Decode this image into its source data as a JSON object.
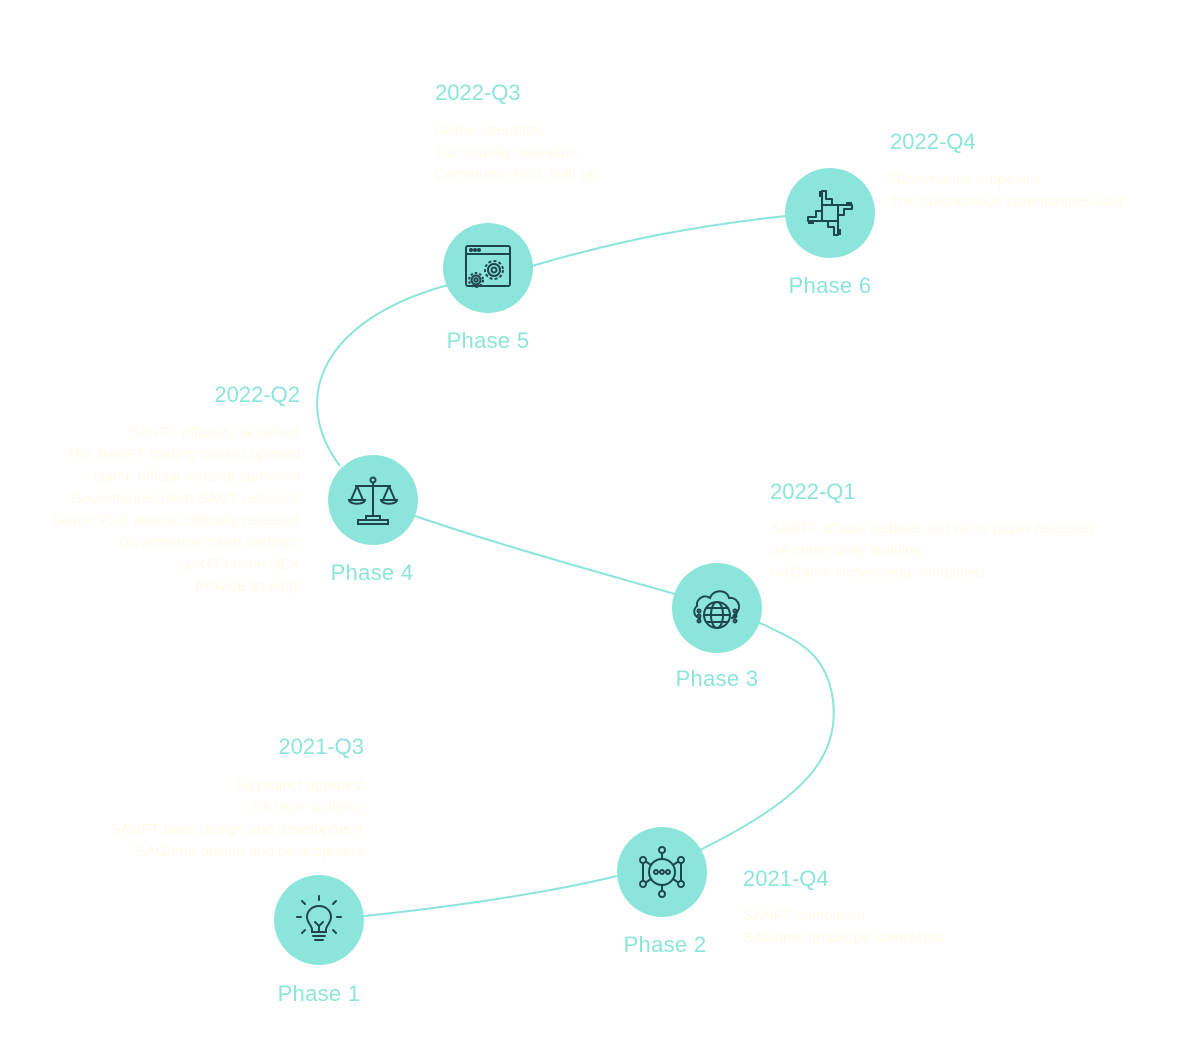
{
  "colors": {
    "accent": "#8ce5da",
    "icon": "#1e4650",
    "line": "#8ce5da",
    "muted_text": "#fffbe8"
  },
  "phases": [
    {
      "label": "Phase 1",
      "icon": "lightbulb-icon",
      "date": "2021-Q3",
      "items": [
        "Sg project approval",
        "SA team building",
        "SANFT parts design and development",
        "SAGame design and development"
      ]
    },
    {
      "label": "Phase 2",
      "icon": "network-hub-icon",
      "date": "2021-Q4",
      "items": [
        "SANFT completed",
        "SAGame prototype completed"
      ]
    },
    {
      "label": "Phase 3",
      "icon": "cloud-globe-icon",
      "date": "2022-Q1",
      "items": [
        "SANFT official website and white paper released",
        "SA community building",
        "SAGame closed beta completed"
      ]
    },
    {
      "label": "Phase 4",
      "icon": "balance-scale-icon",
      "date": "2022-Q2",
      "items": [
        "SANFT officially launched",
        "The SANFT trading market opened",
        "Game official website launched",
        "Governance token SAGT released",
        "Game V1.0 version officially released",
        "Governance token airdrops",
        "SAGT online DEX",
        "Provide liquidity"
      ]
    },
    {
      "label": "Phase 5",
      "icon": "browser-gears-icon",
      "date": "2022-Q3",
      "items": [
        "Game operation",
        "Community operation",
        "Community KOL built up"
      ]
    },
    {
      "label": "Phase 6",
      "icon": "joined-hands-icon",
      "date": "2022-Q4",
      "items": [
        "Governance proposals",
        "The autonomous communities built"
      ]
    }
  ]
}
